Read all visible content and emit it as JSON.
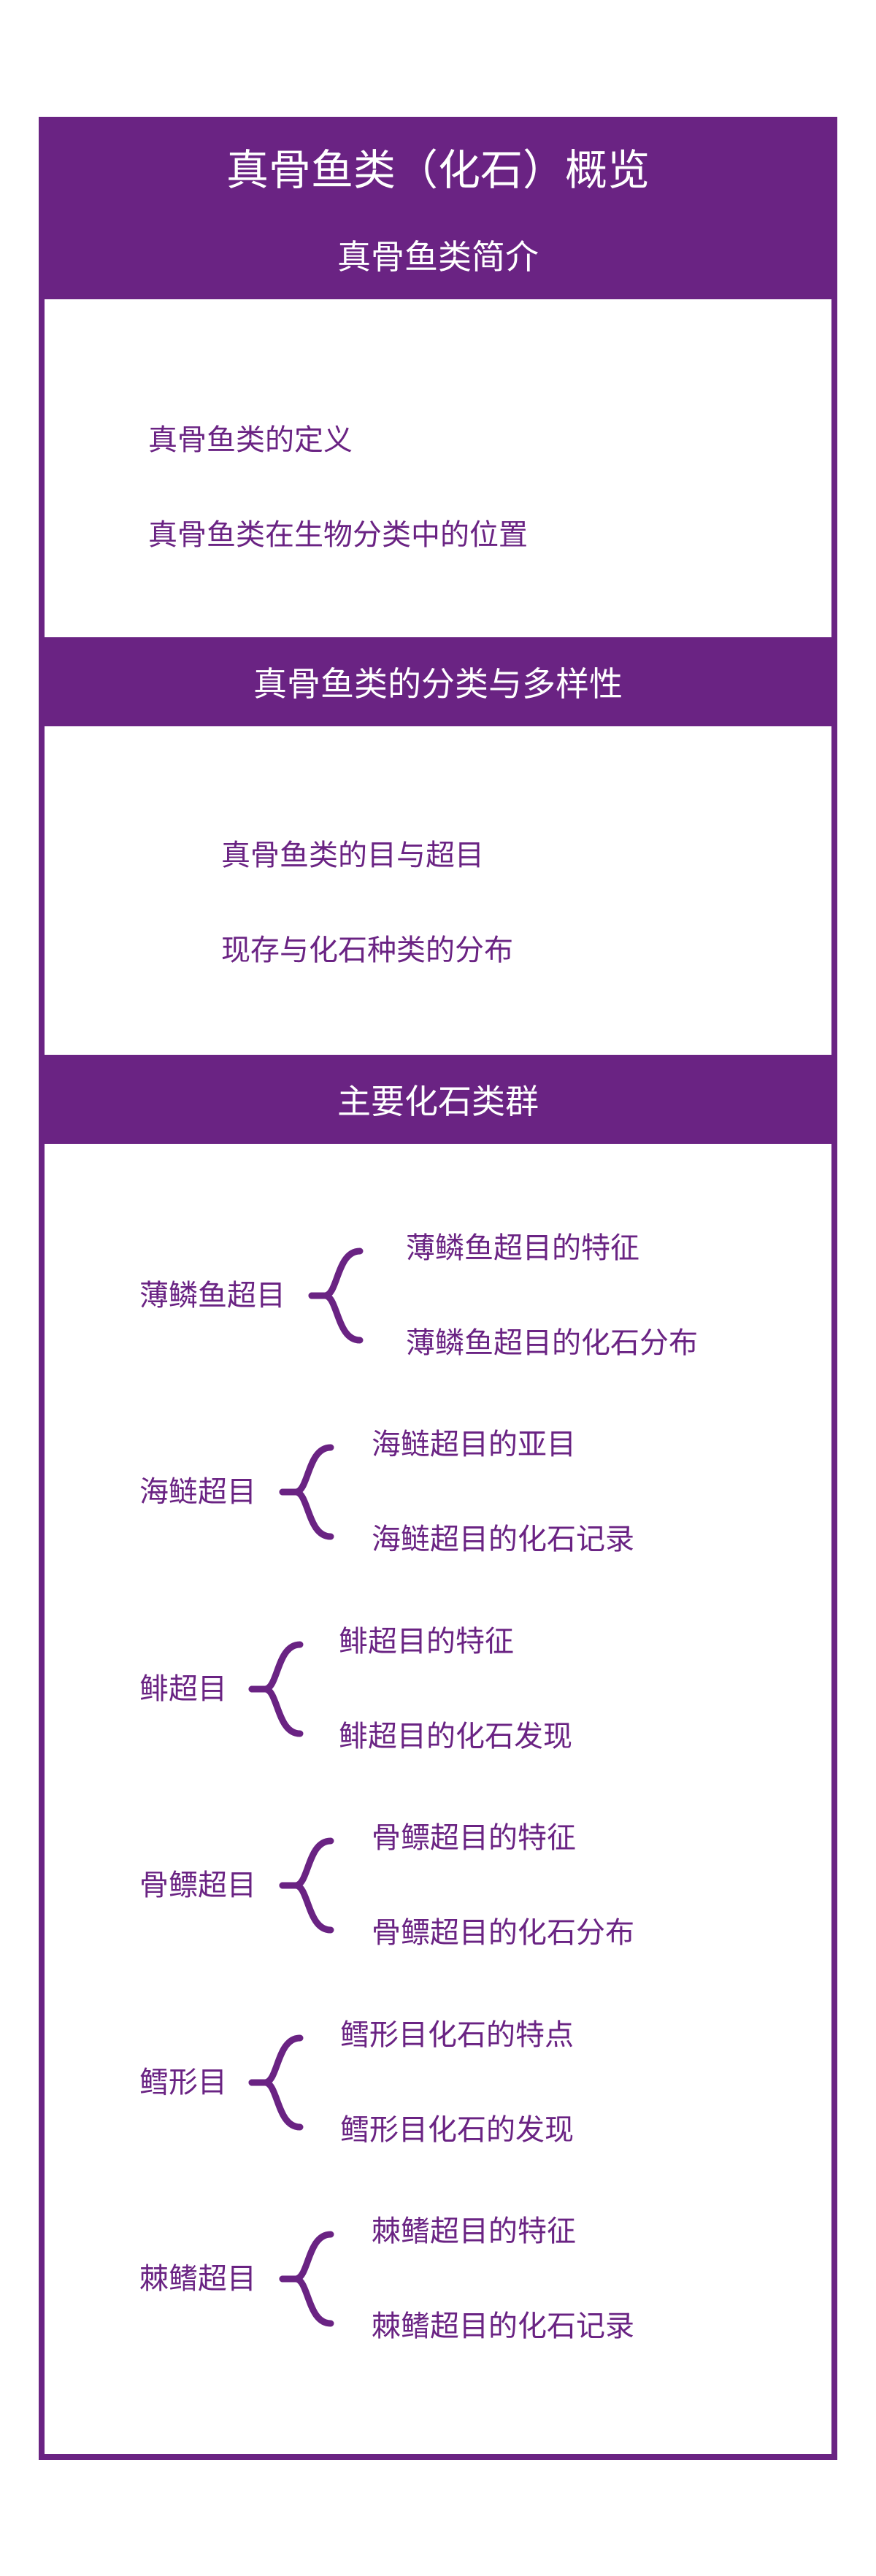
{
  "title": "真骨鱼类（化石）概览",
  "colors": {
    "accent": "#6a2383",
    "background": "#ffffff"
  },
  "sections": [
    {
      "header": "真骨鱼类简介",
      "items": [
        "真骨鱼类的定义",
        "真骨鱼类在生物分类中的位置"
      ]
    },
    {
      "header": "真骨鱼类的分类与多样性",
      "items": [
        "真骨鱼类的目与超目",
        "现存与化石种类的分布"
      ]
    },
    {
      "header": "主要化石类群",
      "groups": [
        {
          "label": "薄鳞鱼超目",
          "children": [
            "薄鳞鱼超目的特征",
            "薄鳞鱼超目的化石分布"
          ]
        },
        {
          "label": "海鲢超目",
          "children": [
            "海鲢超目的亚目",
            "海鲢超目的化石记录"
          ]
        },
        {
          "label": "鲱超目",
          "children": [
            "鲱超目的特征",
            "鲱超目的化石发现"
          ]
        },
        {
          "label": "骨鳔超目",
          "children": [
            "骨鳔超目的特征",
            "骨鳔超目的化石分布"
          ]
        },
        {
          "label": "鳕形目",
          "children": [
            "鳕形目化石的特点",
            "鳕形目化石的发现"
          ]
        },
        {
          "label": "棘鳍超目",
          "children": [
            "棘鳍超目的特征",
            "棘鳍超目的化石记录"
          ]
        }
      ]
    }
  ]
}
